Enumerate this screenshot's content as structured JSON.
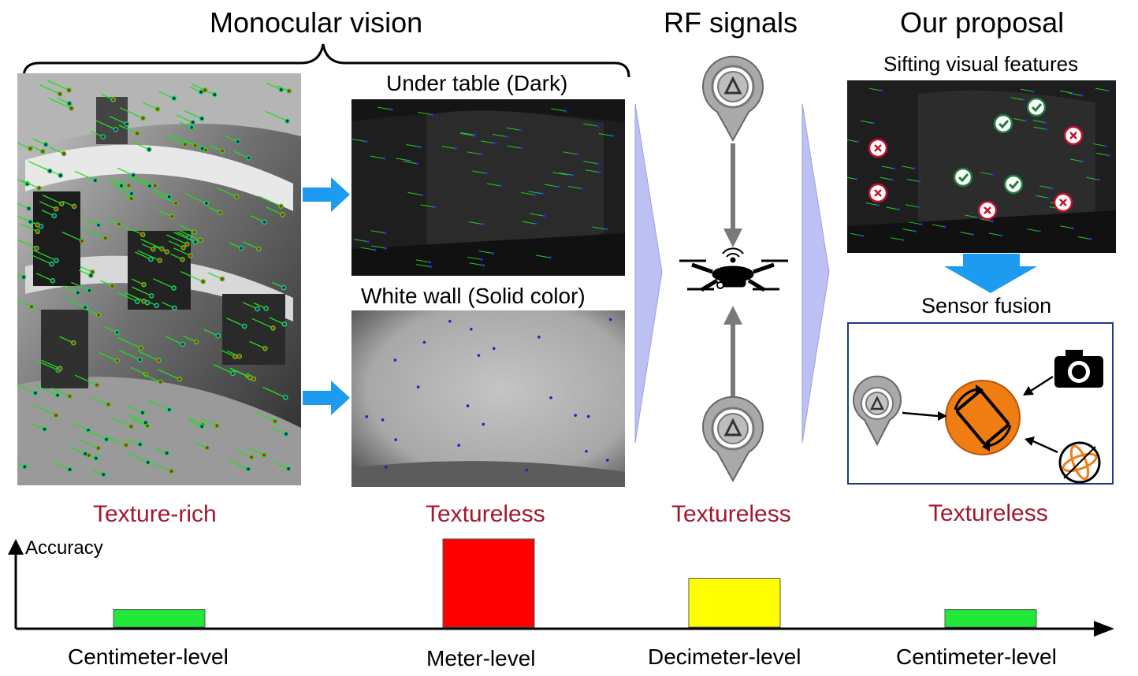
{
  "headers": {
    "monocular": "Monocular vision",
    "rf": "RF signals",
    "proposal": "Our proposal"
  },
  "subtitles": {
    "dark": "Under table (Dark)",
    "wall": "White wall (Solid color)",
    "sift": "Sifting visual features",
    "fusion": "Sensor fusion"
  },
  "captions": {
    "c1": "Texture-rich",
    "c2": "Textureless",
    "c3": "Textureless",
    "c4": "Textureless"
  },
  "accuracy_axis": {
    "label": "Accuracy"
  },
  "chart_data": {
    "type": "bar",
    "categories": [
      "Centimeter-level",
      "Meter-level",
      "Decimeter-level",
      "Centimeter-level"
    ],
    "series": [
      {
        "values": [
          0.2,
          1.0,
          0.55,
          0.2
        ]
      }
    ],
    "colors": [
      "#22e83a",
      "#ff0000",
      "#ffff00",
      "#22e83a"
    ]
  },
  "colors": {
    "caption": "#a3172f",
    "blue_arrow": "#1c9bf0",
    "chevron": "#bcc0f3",
    "check": "#1e7d3c",
    "cross": "#c8102e",
    "orange": "#f07d14"
  },
  "icons": [
    "location-pin-icon",
    "drone-icon",
    "camera-icon",
    "gyroscope-icon",
    "rotation-icon",
    "check-icon",
    "cross-icon"
  ]
}
